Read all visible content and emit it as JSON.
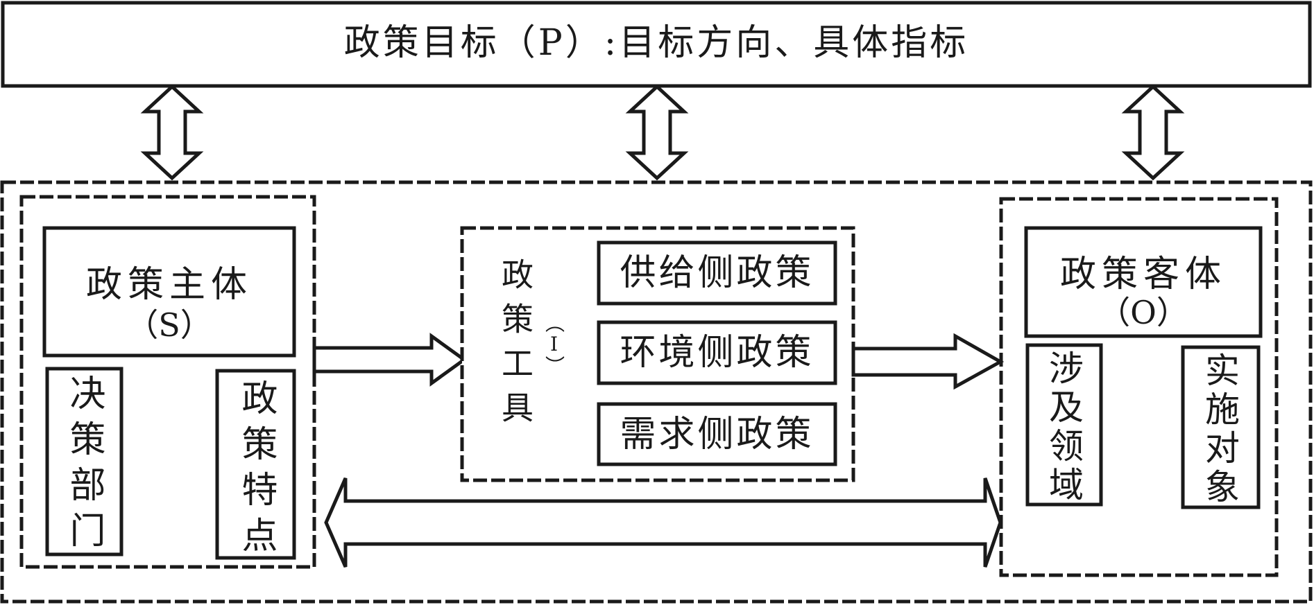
{
  "diagram": {
    "title": "政策目标（P）:目标方向、具体指标",
    "subject": {
      "title_line1": "政策主体",
      "title_line2": "（S）",
      "children": [
        "决策部门",
        "政策特点"
      ]
    },
    "tools": {
      "label": "政策工具",
      "label_code": "（I）",
      "items": [
        "供给侧政策",
        "环境侧政策",
        "需求侧政策"
      ]
    },
    "object": {
      "title_line1": "政策客体",
      "title_line2": "（O）",
      "children": [
        "涉及领域",
        "实施对象"
      ]
    },
    "edges": [
      {
        "from": "policy-goal",
        "to": "subject",
        "type": "bidirectional"
      },
      {
        "from": "policy-goal",
        "to": "tools",
        "type": "bidirectional"
      },
      {
        "from": "policy-goal",
        "to": "object",
        "type": "bidirectional"
      },
      {
        "from": "subject",
        "to": "tools",
        "type": "directed"
      },
      {
        "from": "tools",
        "to": "object",
        "type": "directed"
      },
      {
        "from": "subject",
        "to": "object",
        "type": "bidirectional"
      }
    ],
    "colors": {
      "stroke": "#1a1a1a",
      "background": "#ffffff"
    }
  }
}
